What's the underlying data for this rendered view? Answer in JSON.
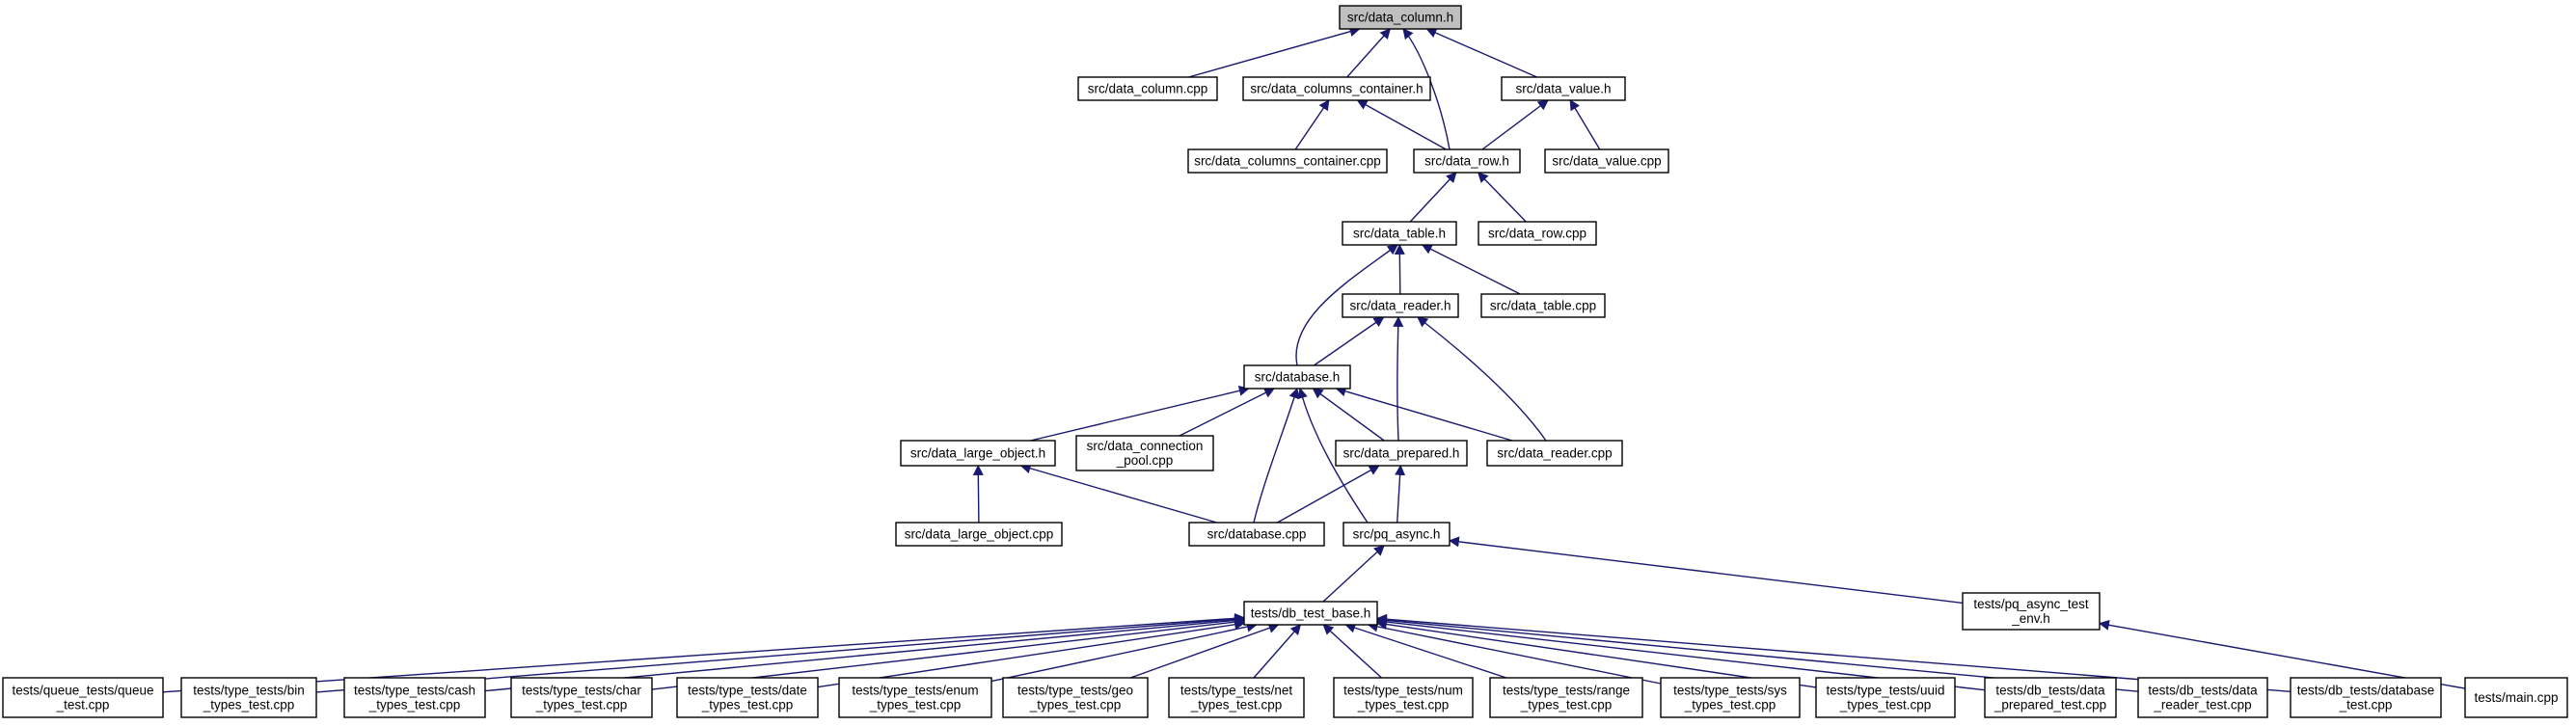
{
  "graph": {
    "edge_color": "#191970",
    "root_fill": "#bfbfbf",
    "nodes": [
      {
        "id": "n0",
        "label": [
          "src/data_column.h"
        ],
        "root": true
      },
      {
        "id": "n1",
        "label": [
          "src/data_column.cpp"
        ]
      },
      {
        "id": "n2",
        "label": [
          "src/data_columns_container.h"
        ]
      },
      {
        "id": "n3",
        "label": [
          "src/data_value.h"
        ]
      },
      {
        "id": "n4",
        "label": [
          "src/data_columns_container.cpp"
        ]
      },
      {
        "id": "n5",
        "label": [
          "src/data_row.h"
        ]
      },
      {
        "id": "n6",
        "label": [
          "src/data_value.cpp"
        ]
      },
      {
        "id": "n7",
        "label": [
          "src/data_table.h"
        ]
      },
      {
        "id": "n8",
        "label": [
          "src/data_row.cpp"
        ]
      },
      {
        "id": "n9",
        "label": [
          "src/data_reader.h"
        ]
      },
      {
        "id": "n10",
        "label": [
          "src/data_table.cpp"
        ]
      },
      {
        "id": "n11",
        "label": [
          "src/database.h"
        ]
      },
      {
        "id": "n12",
        "label": [
          "src/data_large_object.h"
        ]
      },
      {
        "id": "n13",
        "label": [
          "src/data_connection",
          "_pool.cpp"
        ]
      },
      {
        "id": "n14",
        "label": [
          "src/data_prepared.h"
        ]
      },
      {
        "id": "n15",
        "label": [
          "src/data_reader.cpp"
        ]
      },
      {
        "id": "n16",
        "label": [
          "src/data_large_object.cpp"
        ]
      },
      {
        "id": "n17",
        "label": [
          "src/database.cpp"
        ]
      },
      {
        "id": "n18",
        "label": [
          "src/pq_async.h"
        ]
      },
      {
        "id": "n19",
        "label": [
          "tests/db_test_base.h"
        ]
      },
      {
        "id": "n20",
        "label": [
          "tests/pq_async_test",
          "_env.h"
        ]
      },
      {
        "id": "n21",
        "label": [
          "tests/queue_tests/queue",
          "_test.cpp"
        ]
      },
      {
        "id": "n22",
        "label": [
          "tests/type_tests/bin",
          "_types_test.cpp"
        ]
      },
      {
        "id": "n23",
        "label": [
          "tests/type_tests/cash",
          "_types_test.cpp"
        ]
      },
      {
        "id": "n24",
        "label": [
          "tests/type_tests/char",
          "_types_test.cpp"
        ]
      },
      {
        "id": "n25",
        "label": [
          "tests/type_tests/date",
          "_types_test.cpp"
        ]
      },
      {
        "id": "n26",
        "label": [
          "tests/type_tests/enum",
          "_types_test.cpp"
        ]
      },
      {
        "id": "n27",
        "label": [
          "tests/type_tests/geo",
          "_types_test.cpp"
        ]
      },
      {
        "id": "n28",
        "label": [
          "tests/type_tests/net",
          "_types_test.cpp"
        ]
      },
      {
        "id": "n29",
        "label": [
          "tests/type_tests/num",
          "_types_test.cpp"
        ]
      },
      {
        "id": "n30",
        "label": [
          "tests/type_tests/range",
          "_types_test.cpp"
        ]
      },
      {
        "id": "n31",
        "label": [
          "tests/type_tests/sys",
          "_types_test.cpp"
        ]
      },
      {
        "id": "n32",
        "label": [
          "tests/type_tests/uuid",
          "_types_test.cpp"
        ]
      },
      {
        "id": "n33",
        "label": [
          "tests/db_tests/data",
          "_prepared_test.cpp"
        ]
      },
      {
        "id": "n34",
        "label": [
          "tests/db_tests/data",
          "_reader_test.cpp"
        ]
      },
      {
        "id": "n35",
        "label": [
          "tests/db_tests/database",
          "_test.cpp"
        ]
      },
      {
        "id": "n36",
        "label": [
          "tests/main.cpp"
        ]
      }
    ],
    "edges": [
      {
        "from": "n1",
        "to": "n0"
      },
      {
        "from": "n2",
        "to": "n0"
      },
      {
        "from": "n5",
        "to": "n0"
      },
      {
        "from": "n3",
        "to": "n0"
      },
      {
        "from": "n4",
        "to": "n2"
      },
      {
        "from": "n5",
        "to": "n2"
      },
      {
        "from": "n5",
        "to": "n3"
      },
      {
        "from": "n6",
        "to": "n3"
      },
      {
        "from": "n7",
        "to": "n5"
      },
      {
        "from": "n8",
        "to": "n5"
      },
      {
        "from": "n11",
        "to": "n7"
      },
      {
        "from": "n9",
        "to": "n7"
      },
      {
        "from": "n10",
        "to": "n7"
      },
      {
        "from": "n11",
        "to": "n9"
      },
      {
        "from": "n14",
        "to": "n9"
      },
      {
        "from": "n15",
        "to": "n9"
      },
      {
        "from": "n12",
        "to": "n11"
      },
      {
        "from": "n13",
        "to": "n11"
      },
      {
        "from": "n17",
        "to": "n11"
      },
      {
        "from": "n18",
        "to": "n11"
      },
      {
        "from": "n14",
        "to": "n11"
      },
      {
        "from": "n15",
        "to": "n11"
      },
      {
        "from": "n16",
        "to": "n12"
      },
      {
        "from": "n17",
        "to": "n12"
      },
      {
        "from": "n17",
        "to": "n14"
      },
      {
        "from": "n18",
        "to": "n14"
      },
      {
        "from": "n19",
        "to": "n18"
      },
      {
        "from": "n20",
        "to": "n18"
      },
      {
        "from": "n21",
        "to": "n19"
      },
      {
        "from": "n22",
        "to": "n19"
      },
      {
        "from": "n23",
        "to": "n19"
      },
      {
        "from": "n24",
        "to": "n19"
      },
      {
        "from": "n25",
        "to": "n19"
      },
      {
        "from": "n26",
        "to": "n19"
      },
      {
        "from": "n27",
        "to": "n19"
      },
      {
        "from": "n28",
        "to": "n19"
      },
      {
        "from": "n29",
        "to": "n19"
      },
      {
        "from": "n30",
        "to": "n19"
      },
      {
        "from": "n31",
        "to": "n19"
      },
      {
        "from": "n32",
        "to": "n19"
      },
      {
        "from": "n33",
        "to": "n19"
      },
      {
        "from": "n34",
        "to": "n19"
      },
      {
        "from": "n35",
        "to": "n19"
      },
      {
        "from": "n36",
        "to": "n20"
      }
    ]
  }
}
